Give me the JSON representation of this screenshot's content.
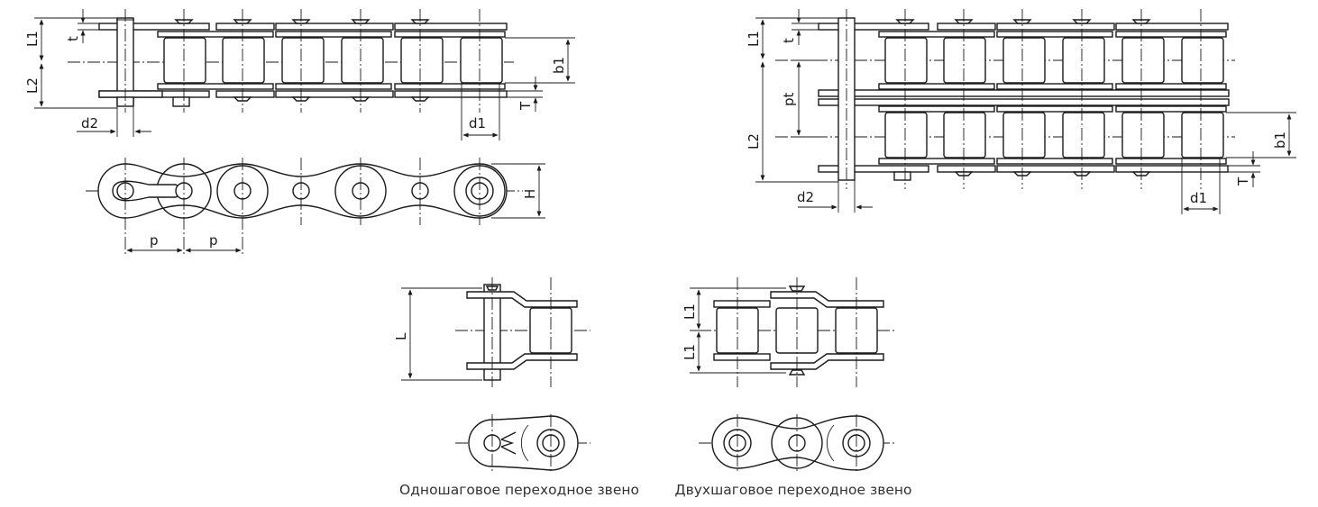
{
  "labels": {
    "L1": "L1",
    "L2": "L2",
    "t": "t",
    "b1": "b1",
    "T": "T",
    "d1": "d1",
    "d2": "d2",
    "p": "p",
    "H": "H",
    "pt": "pt",
    "L": "L"
  },
  "captions": {
    "offset_single": "Одношаговое переходное звено",
    "offset_double": "Двухшаговое переходное звено"
  },
  "colors": {
    "line": "#1a1a1a",
    "caption": "#333333",
    "background": "#ffffff"
  }
}
